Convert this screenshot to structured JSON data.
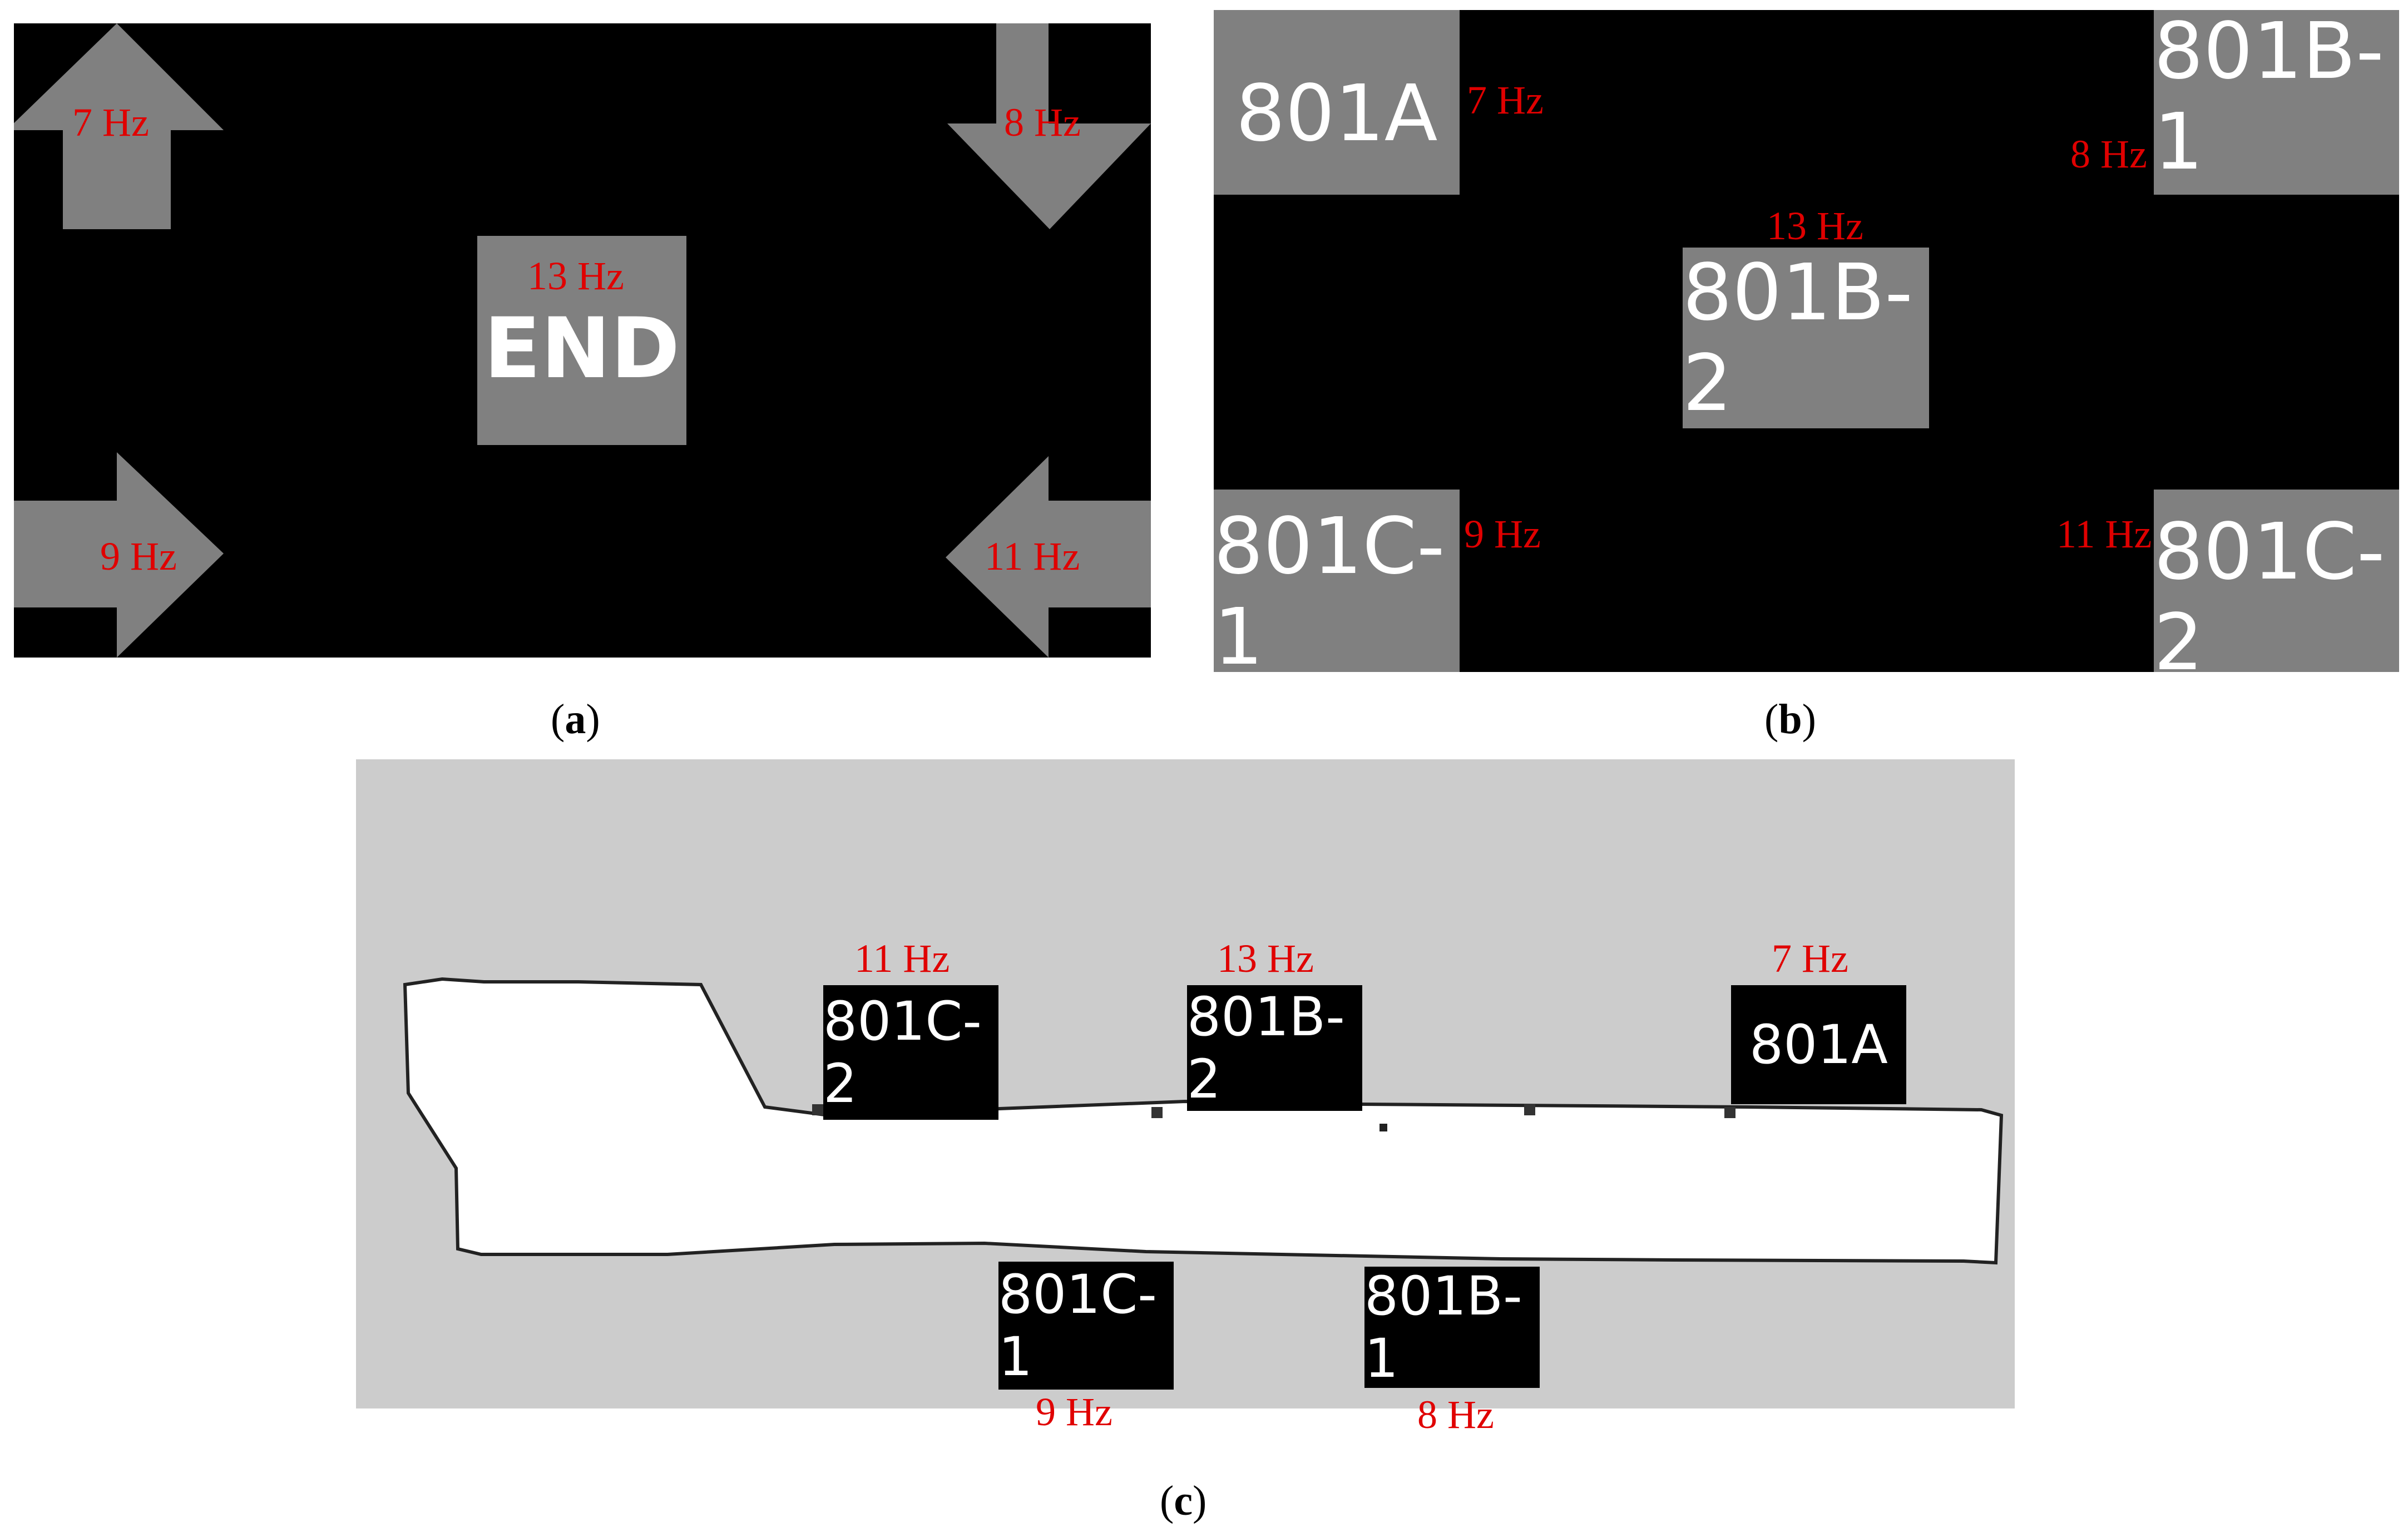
{
  "panel_a": {
    "caption": "a",
    "end_label": "END",
    "arrows": {
      "up": "7 Hz",
      "down": "8 Hz",
      "right": "9 Hz",
      "left": "11 Hz"
    },
    "center_freq": "13 Hz"
  },
  "panel_b": {
    "caption": "b",
    "boxes": {
      "top_left": {
        "label": "801A",
        "freq": "7 Hz"
      },
      "top_right": {
        "label": "801B-1",
        "freq": "8 Hz"
      },
      "center": {
        "label": "801B-2",
        "freq": "13 Hz"
      },
      "bottom_left": {
        "label": "801C-1",
        "freq": "9 Hz"
      },
      "bottom_right": {
        "label": "801C-2",
        "freq": "11 Hz"
      }
    }
  },
  "panel_c": {
    "caption": "c",
    "rooms": {
      "c2": {
        "label": "801C-2",
        "freq": "11 Hz"
      },
      "b2": {
        "label": "801B-2",
        "freq": "13 Hz"
      },
      "a": {
        "label": "801A",
        "freq": "7 Hz"
      },
      "c1": {
        "label": "801C-1",
        "freq": "9 Hz"
      },
      "b1": {
        "label": "801B-1",
        "freq": "8 Hz"
      }
    }
  },
  "colors": {
    "frequency_text": "#e00000",
    "stimulus_gray": "#808080",
    "map_background": "#cccccc",
    "corridor": "#ffffff"
  }
}
